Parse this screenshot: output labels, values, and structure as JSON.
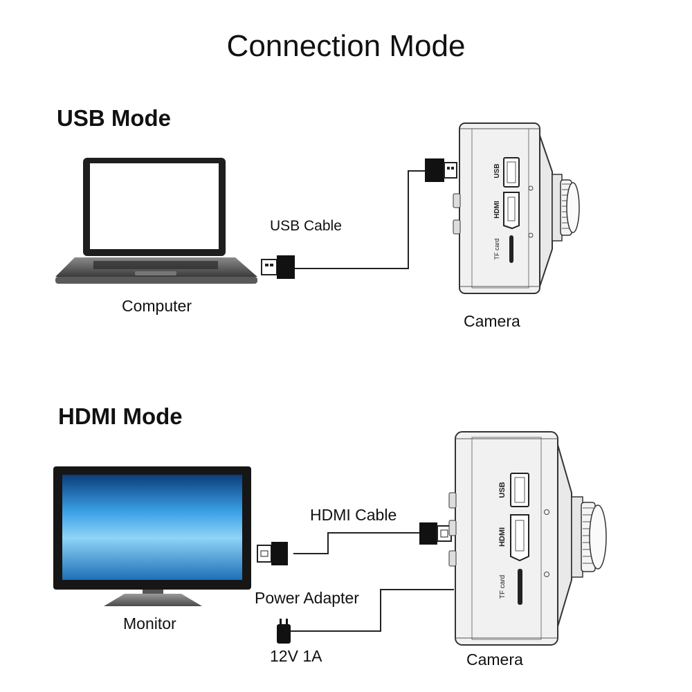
{
  "title": "Connection Mode",
  "usb_mode": {
    "heading": "USB Mode",
    "computer_label": "Computer",
    "cable_label": "USB Cable",
    "camera_label": "Camera",
    "camera_ports": {
      "usb": "USB",
      "hdmi": "HDMI",
      "tf": "TF card"
    }
  },
  "hdmi_mode": {
    "heading": "HDMI Mode",
    "monitor_label": "Monitor",
    "cable_label": "HDMI Cable",
    "power_label": "Power Adapter",
    "power_spec": "12V 1A",
    "camera_label": "Camera",
    "camera_ports": {
      "usb": "USB",
      "hdmi": "HDMI",
      "tf": "TF card"
    }
  }
}
